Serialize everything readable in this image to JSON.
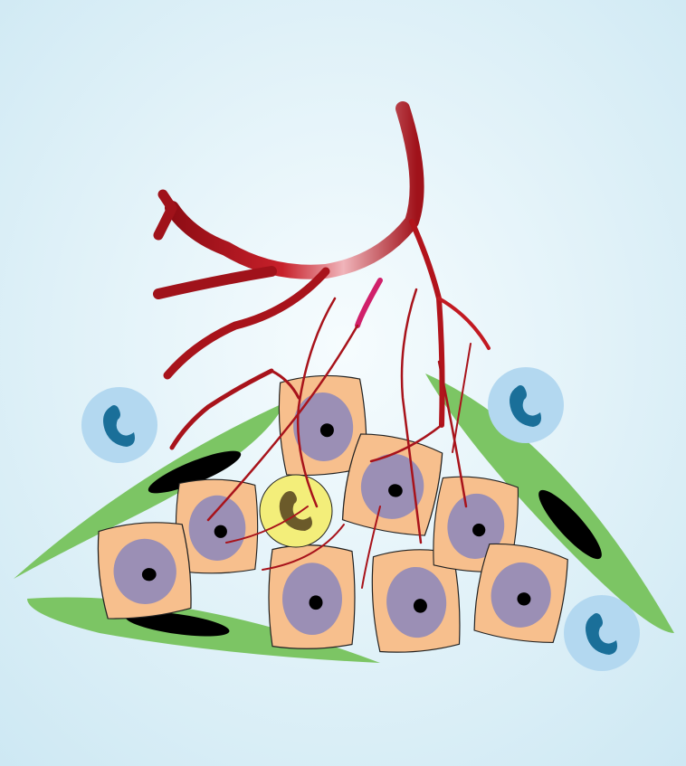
{
  "illustration": {
    "subject": "tumor-microenvironment",
    "colors": {
      "background_center": "#f4fbfd",
      "background_edge": "#cfe9f3",
      "tumor_cell": "#f7bf8d",
      "tumor_nucleus": "#9b8fb5",
      "nucleolus": "#000000",
      "fibroblast": "#7cc564",
      "fibroblast_nucleus": "#000000",
      "immune_cell": "#b3d8f0",
      "immune_nucleus": "#1a6f99",
      "neutrophil": "#f3ee7a",
      "neutrophil_nucleus": "#6b5a2a",
      "vessel": "#b2141c",
      "vessel_highlight": "#e8a0a8"
    },
    "counts": {
      "tumor_cells": 8,
      "fibroblasts": 3,
      "immune_cells": 3,
      "neutrophils": 1
    }
  }
}
